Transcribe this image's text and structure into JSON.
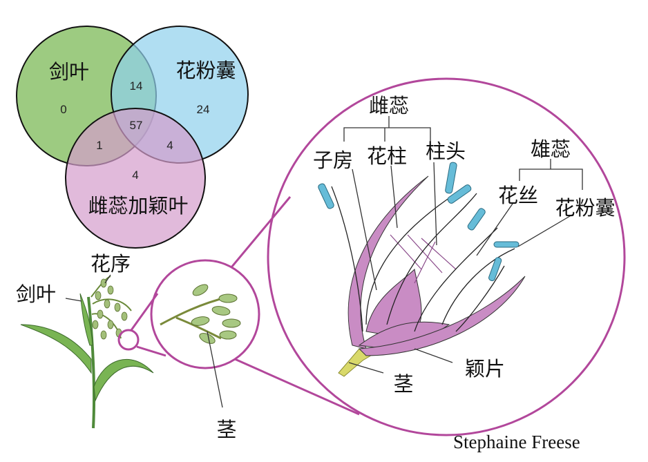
{
  "venn": {
    "sets": [
      {
        "label": "剑叶",
        "color": "#8cc26b"
      },
      {
        "label": "花粉囊",
        "color": "#8fd0ec"
      },
      {
        "label": "雌蕊加颖叶",
        "color": "#d49ccc"
      }
    ],
    "counts": {
      "leaf_only": "0",
      "anther_only": "24",
      "pistil_only": "4",
      "leaf_anther": "14",
      "leaf_pistil": "1",
      "anther_pistil": "4",
      "all": "57"
    }
  },
  "plant_labels": {
    "inflorescence": "花序",
    "flag_leaf": "剑叶",
    "stem": "茎"
  },
  "flower_labels": {
    "pistil": "雌蕊",
    "ovary": "子房",
    "style": "花柱",
    "stigma": "柱头",
    "stamen": "雄蕊",
    "filament": "花丝",
    "anther": "花粉囊",
    "glume": "颖片",
    "stem": "茎"
  },
  "credit": "Stephaine Freese",
  "colors": {
    "magnifier": "#b2479b",
    "flower": "#c98cc4",
    "anther": "#66bcd8",
    "stalk": "#d9d96a"
  }
}
